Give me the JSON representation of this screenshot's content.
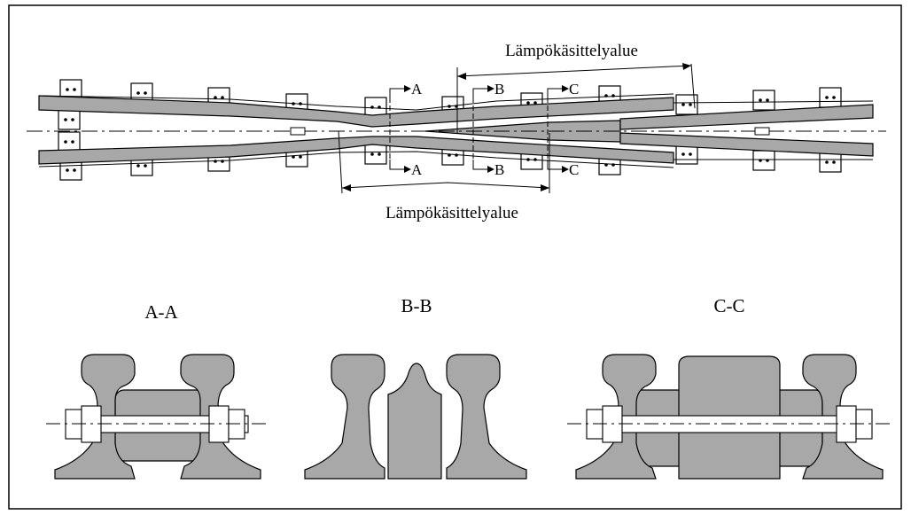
{
  "plan": {
    "zone_label_top": "Lämpökäsittelyalue",
    "zone_label_bottom": "Lämpökäsittelyalue",
    "section_marks": [
      "A",
      "B",
      "C"
    ]
  },
  "sections": [
    {
      "title": "A-A"
    },
    {
      "title": "B-B"
    },
    {
      "title": "C-C"
    }
  ],
  "colors": {
    "steel": "#a8a8a8",
    "line": "#000000",
    "background": "#ffffff"
  }
}
